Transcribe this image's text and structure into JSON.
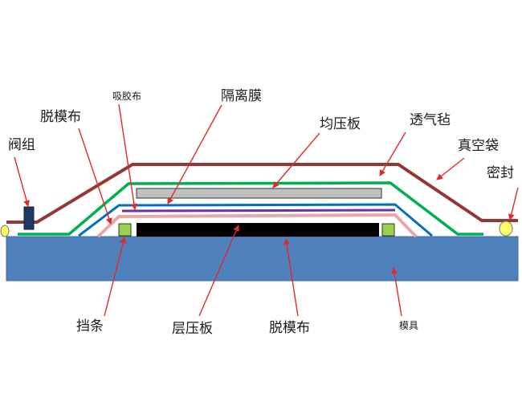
{
  "labels": {
    "valve": "阀组",
    "peel_ply_top": "脱模布",
    "bleeder": "吸胶布",
    "release_film": "隔离膜",
    "caul_plate": "均压板",
    "breather": "透气毡",
    "vacuum_bag": "真空袋",
    "sealant": "密封",
    "dam": "挡条",
    "laminate": "层压板",
    "peel_ply_bottom": "脱模布",
    "mold": "模具"
  },
  "colors": {
    "mold": "#4f81bd",
    "laminate": "#000000",
    "dam": "#9bd050",
    "caul_plate": "#c0c0c0",
    "valve": "#1f3864",
    "sealant": "#ffff66",
    "vacuum_bag": "#953735",
    "breather": "#00b050",
    "release_film": "#0070c0",
    "bleeder": "#7030a0",
    "peel_ply": "#e6a8a8",
    "arrow": "#e02a2a"
  }
}
